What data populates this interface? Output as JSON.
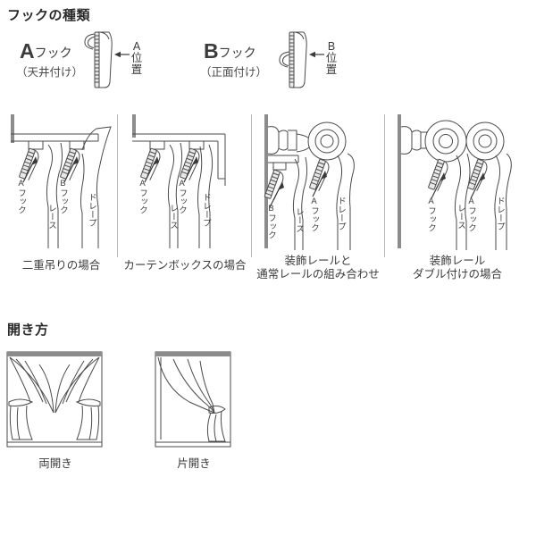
{
  "sections": {
    "hook_types": {
      "title": "フックの種類",
      "hooks": [
        {
          "letter": "A",
          "name_suffix": "フック",
          "mount": "（天井付け）",
          "position_label": "A位置",
          "position_chars": [
            "A",
            "位",
            "置"
          ],
          "icon": "a-hook-icon"
        },
        {
          "letter": "B",
          "name_suffix": "フック",
          "mount": "（正面付け）",
          "position_label": "B位置",
          "position_chars": [
            "B",
            "位",
            "置"
          ],
          "icon": "b-hook-icon"
        }
      ]
    },
    "rail_cases": {
      "panels": [
        {
          "id": "double-hang",
          "caption_lines": [
            "二重吊りの場合"
          ],
          "labels": [
            {
              "text": "Aフック",
              "kind": "hook"
            },
            {
              "text": "レース",
              "kind": "fabric"
            },
            {
              "text": "Bフック",
              "kind": "hook"
            },
            {
              "text": "ドレープ",
              "kind": "fabric"
            }
          ]
        },
        {
          "id": "curtain-box",
          "caption_lines": [
            "カーテンボックスの場合"
          ],
          "labels": [
            {
              "text": "Aフック",
              "kind": "hook"
            },
            {
              "text": "レース",
              "kind": "fabric"
            },
            {
              "text": "Aフック",
              "kind": "hook"
            },
            {
              "text": "ドレープ",
              "kind": "fabric"
            }
          ]
        },
        {
          "id": "decor-plus-normal-rail",
          "caption_lines": [
            "装飾レールと",
            "通常レールの組み合わせ"
          ],
          "labels": [
            {
              "text": "Bフック",
              "kind": "hook"
            },
            {
              "text": "レース",
              "kind": "fabric"
            },
            {
              "text": "Aフック",
              "kind": "hook"
            },
            {
              "text": "ドレープ",
              "kind": "fabric"
            }
          ]
        },
        {
          "id": "decor-rail-double",
          "caption_lines": [
            "装飾レール",
            "ダブル付けの場合"
          ],
          "labels": [
            {
              "text": "Aフック",
              "kind": "hook"
            },
            {
              "text": "レース",
              "kind": "fabric"
            },
            {
              "text": "Aフック",
              "kind": "hook"
            },
            {
              "text": "ドレープ",
              "kind": "fabric"
            }
          ]
        }
      ]
    },
    "opening_styles": {
      "title": "開き方",
      "figures": [
        {
          "id": "both-open",
          "caption": "両開き"
        },
        {
          "id": "single-open",
          "caption": "片開き"
        }
      ]
    }
  },
  "colors": {
    "text": "#3b3b3b",
    "title": "#2b2b2b",
    "line": "#4a4a4a",
    "divider": "#b9b9b9",
    "wall": "#8c8c8c",
    "background": "#ffffff"
  }
}
